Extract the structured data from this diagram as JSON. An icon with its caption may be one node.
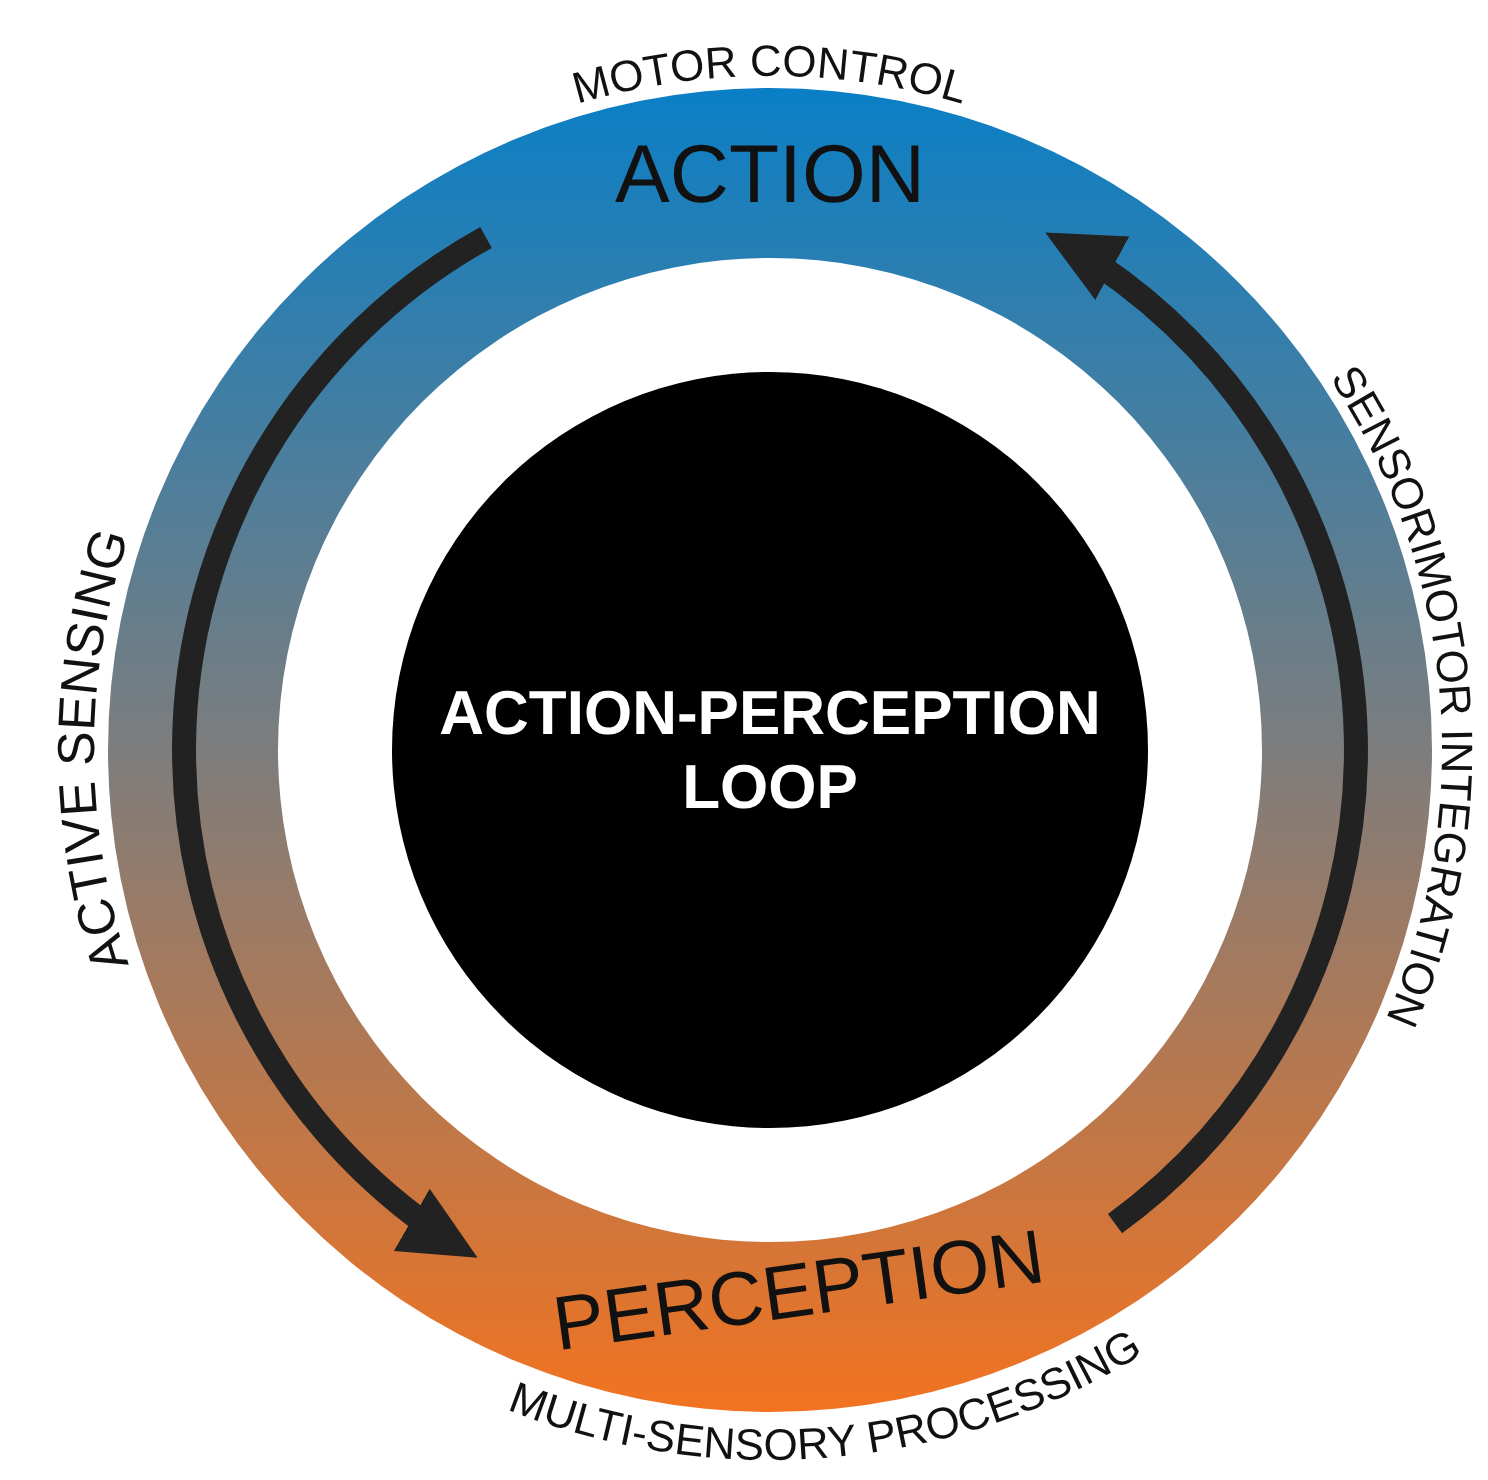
{
  "diagram": {
    "nodes": [
      {
        "text": [
          "ACTION"
        ],
        "beside": [
          "MOTOR CONTROL"
        ]
      },
      {
        "text": [
          "ACTION-PERCEPTION LOOP"
        ]
      },
      {
        "text": [
          "PERCEPTION"
        ],
        "beside": [
          "MULTI-SENSORY PROCESSING"
        ]
      }
    ],
    "edges": [
      {
        "from": 0,
        "to": 2,
        "arrow": "to",
        "label": "ACTIVE SENSING"
      },
      {
        "from": 2,
        "to": 0,
        "arrow": "to",
        "label": "SENSORIMOTOR INTEGRATION"
      }
    ]
  }
}
